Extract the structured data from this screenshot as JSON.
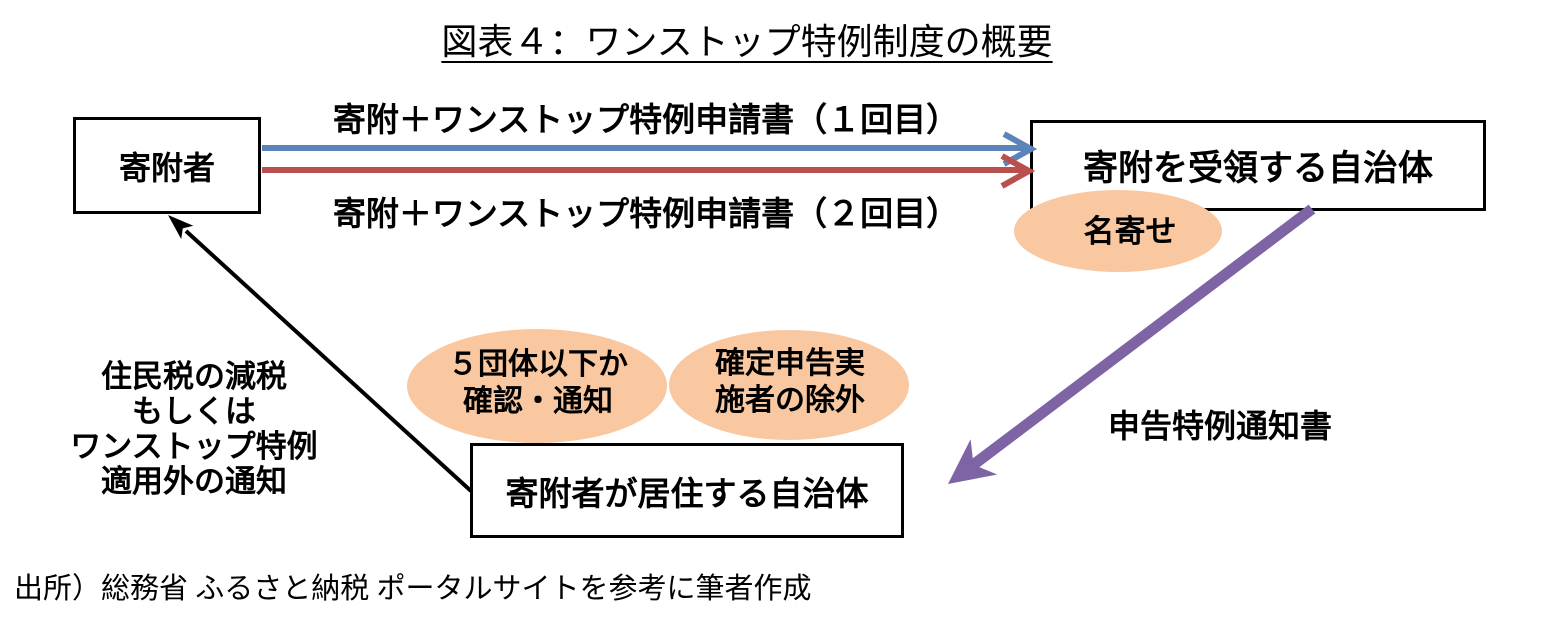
{
  "title": "図表４：ワンストップ特例制度の概要",
  "source": "出所）総務省 ふるさと納税 ポータルサイトを参考に筆者作成",
  "nodes": {
    "donor": {
      "label": "寄附者"
    },
    "receiving": {
      "label": "寄附を受領する自治体"
    },
    "residence": {
      "label": "寄附者が居住する自治体"
    }
  },
  "flows": {
    "application1": {
      "label": "寄附＋ワンストップ特例申請書（１回目）",
      "color": "#5B84B8"
    },
    "application2": {
      "label": "寄附＋ワンストップ特例申請書（２回目）",
      "color": "#B9504E"
    },
    "notification": {
      "label": "申告特例通知書",
      "color": "#7E63A5"
    },
    "tax_reduction": {
      "lines": [
        "住民税の減税",
        "もしくは",
        "ワンストップ特例",
        "適用外の通知"
      ],
      "color": "#000000"
    }
  },
  "processes": {
    "name_matching": {
      "label": "名寄せ",
      "fill": "#FAC8A0"
    },
    "five_groups": {
      "lines": [
        "５団体以下か",
        "確認・通知"
      ],
      "fill": "#FAC8A0"
    },
    "final_return": {
      "lines": [
        "確定申告実",
        "施者の除外"
      ],
      "fill": "#FAC8A0"
    }
  }
}
